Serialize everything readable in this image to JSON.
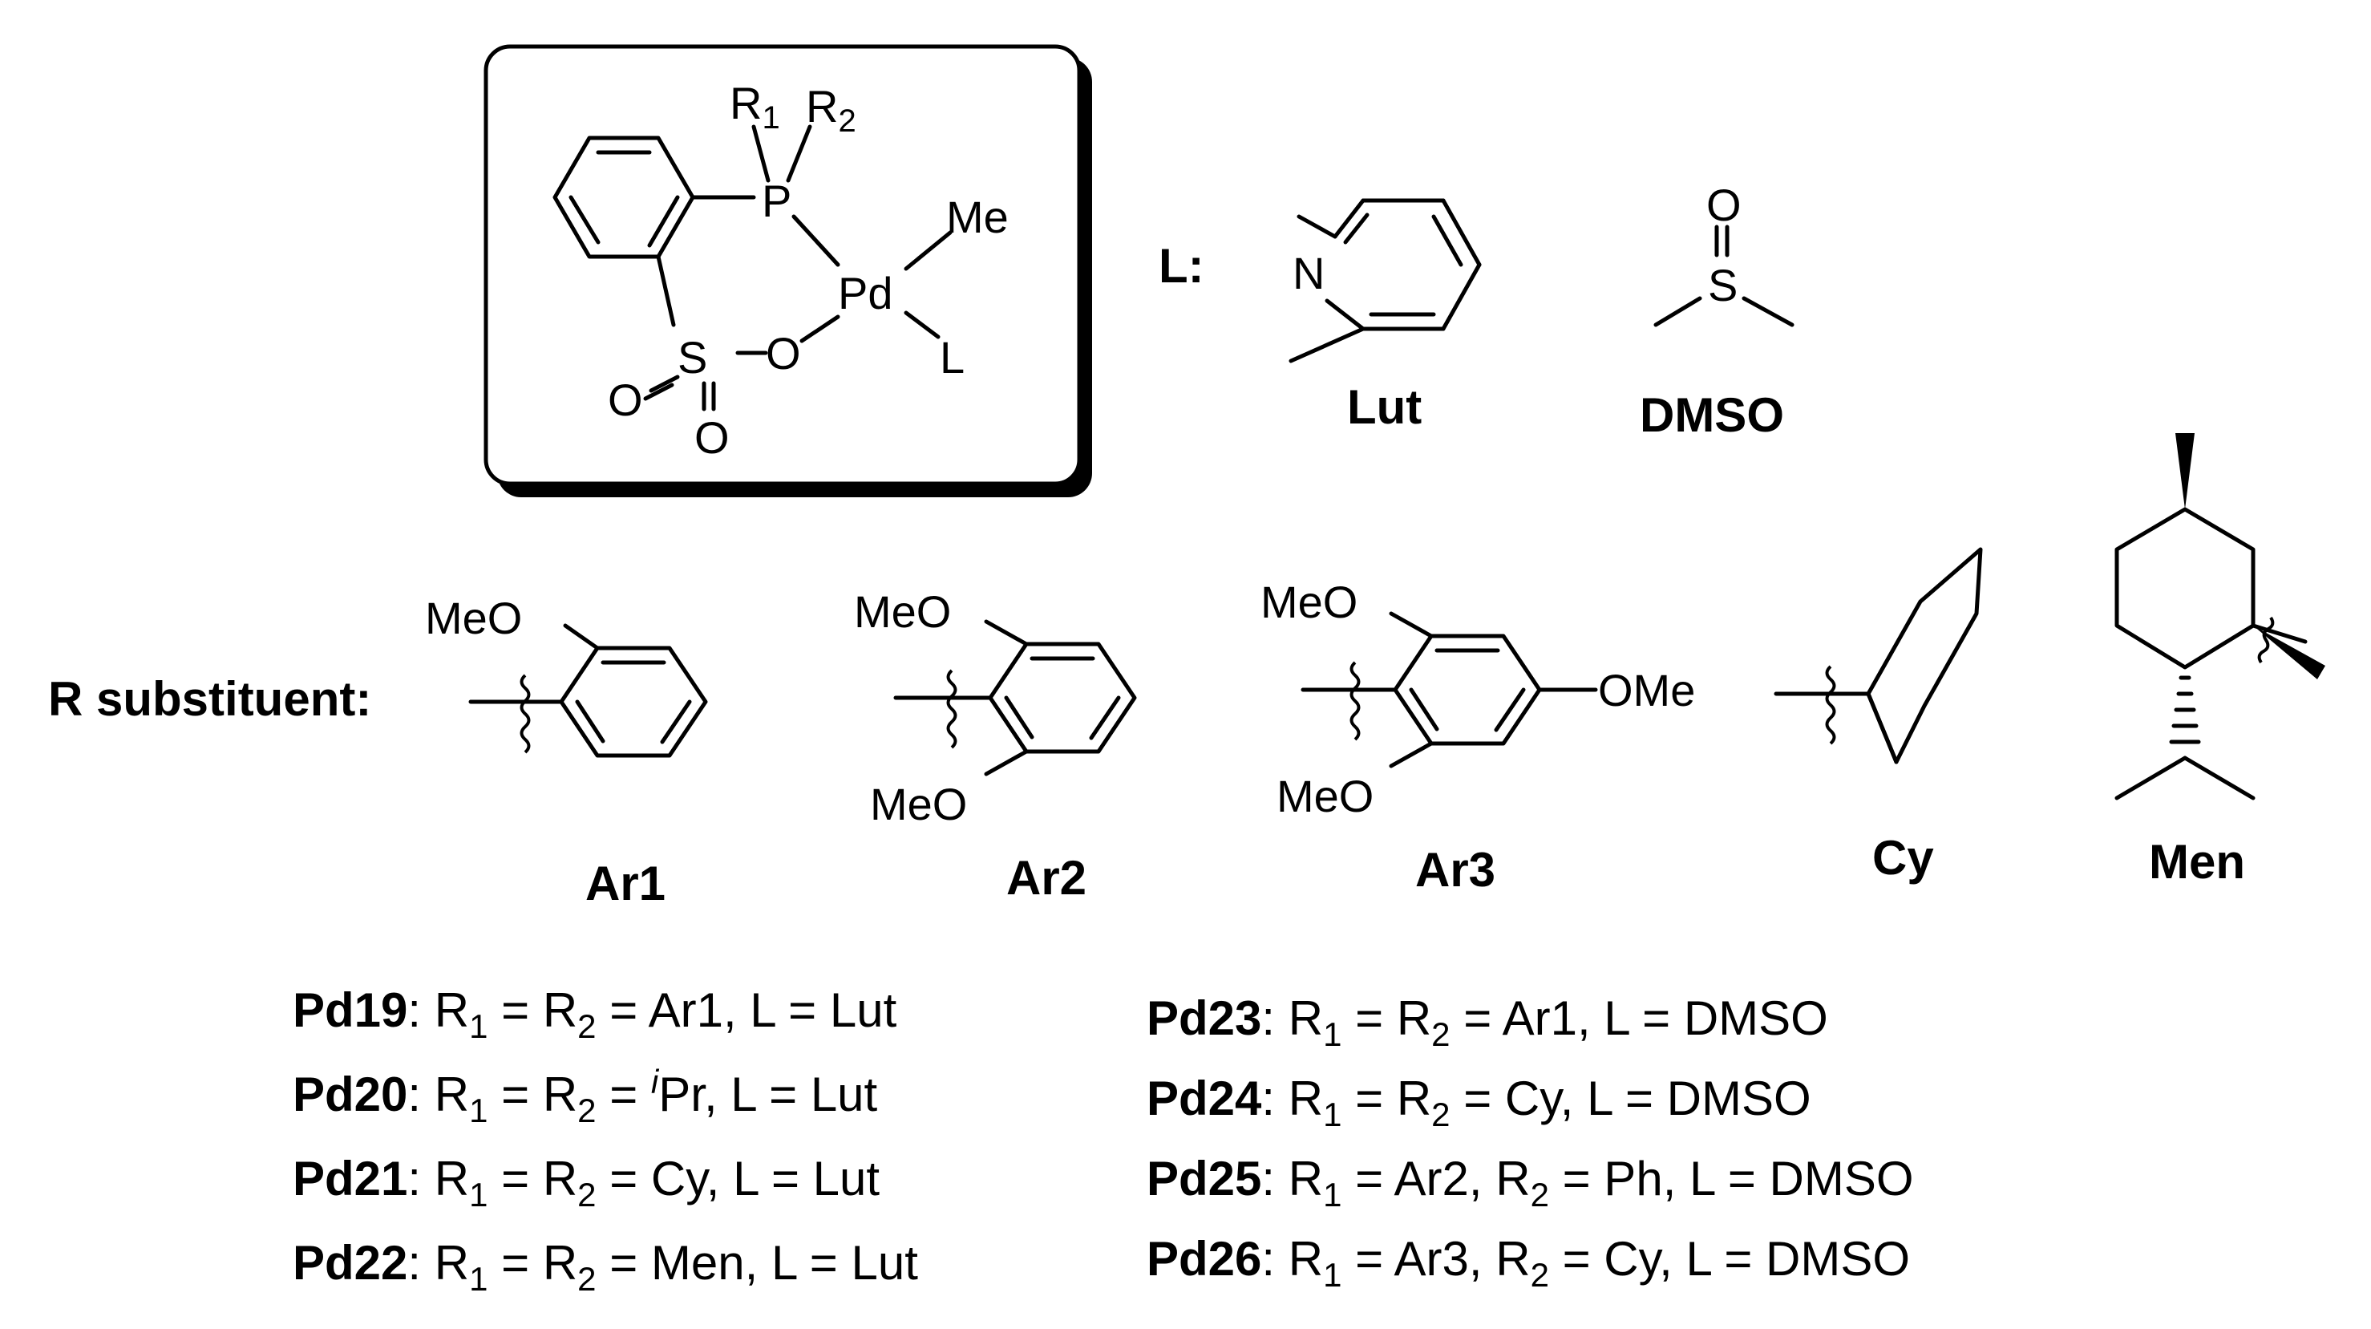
{
  "complex": {
    "R1": "R",
    "R1_sub": "1",
    "R2": "R",
    "R2_sub": "2",
    "P": "P",
    "Pd": "Pd",
    "Me": "Me",
    "L": "L",
    "O": "O",
    "S": "S",
    "O_top": "O",
    "O_bottom": "O"
  },
  "ligands": {
    "heading": "L:",
    "lut": {
      "N": "N",
      "name": "Lut"
    },
    "dmso": {
      "O": "O",
      "S": "S",
      "name": "DMSO"
    }
  },
  "substituents": {
    "heading": "R substituent:",
    "ar1": {
      "ome": "MeO",
      "name": "Ar1"
    },
    "ar2": {
      "ome_top": "MeO",
      "ome_bottom": "MeO",
      "name": "Ar2"
    },
    "ar3": {
      "ome_top": "MeO",
      "ome_bottom": "MeO",
      "ome_para": "OMe",
      "name": "Ar3"
    },
    "cy": {
      "name": "Cy"
    },
    "men": {
      "name": "Men"
    }
  },
  "compounds": {
    "left": [
      {
        "id": "Pd19",
        "a": ": R",
        "s1": "1",
        "b": " = R",
        "s2": "2",
        "c": " = Ar1, L = Lut"
      },
      {
        "id": "Pd20",
        "a": ": R",
        "s1": "1",
        "b": " = R",
        "s2": "2",
        "c": " = ",
        "sup": "i",
        "d": "Pr, L = Lut"
      },
      {
        "id": "Pd21",
        "a": ": R",
        "s1": "1",
        "b": " = R",
        "s2": "2",
        "c": " = Cy, L = Lut"
      },
      {
        "id": "Pd22",
        "a": ": R",
        "s1": "1",
        "b": " = R",
        "s2": "2",
        "c": " = Men, L = Lut"
      }
    ],
    "right": [
      {
        "id": "Pd23",
        "a": ": R",
        "s1": "1",
        "b": " = R",
        "s2": "2",
        "c": " = Ar1, L = DMSO"
      },
      {
        "id": "Pd24",
        "a": ": R",
        "s1": "1",
        "b": " = R",
        "s2": "2",
        "c": " = Cy, L = DMSO"
      },
      {
        "id": "Pd25",
        "a": ": R",
        "s1": "1",
        "b": " = Ar2, R",
        "s2": "2",
        "c": " = Ph, L = DMSO"
      },
      {
        "id": "Pd26",
        "a": ": R",
        "s1": "1",
        "b": " = Ar3, R",
        "s2": "2",
        "c": " = Cy, L = DMSO"
      }
    ]
  }
}
